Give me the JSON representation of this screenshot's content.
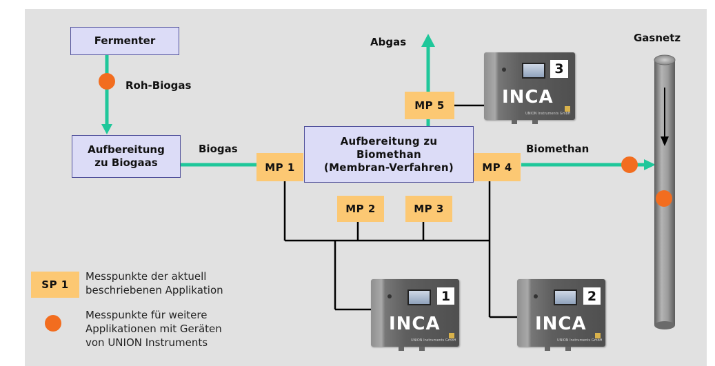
{
  "boxes": {
    "fermenter": "Fermenter",
    "aufbereitung_biogas": [
      "Aufbereitung",
      "zu Biogaas"
    ],
    "aufbereitung_biomethan": [
      "Aufbereitung zu",
      "Biomethan",
      "(Membran-Verfahren)"
    ]
  },
  "labels": {
    "roh_biogas": "Roh-Biogas",
    "biogas": "Biogas",
    "abgas": "Abgas",
    "biomethan": "Biomethan",
    "gasnetz": "Gasnetz"
  },
  "measuring_points": {
    "mp1": "MP 1",
    "mp2": "MP 2",
    "mp3": "MP 3",
    "mp4": "MP 4",
    "mp5": "MP 5"
  },
  "devices": [
    {
      "name": "INCA",
      "number": "1",
      "small_text": "UNION Instruments GmbH"
    },
    {
      "name": "INCA",
      "number": "2",
      "small_text": "UNION Instruments GmbH"
    },
    {
      "name": "INCA",
      "number": "3",
      "small_text": "UNION Instruments GmbH"
    }
  ],
  "legend": {
    "sp_badge": "SP 1",
    "sp_text": [
      "Messpunkte der aktuell",
      "beschriebenen Applikation"
    ],
    "dot_text": [
      "Messpunkte für weitere",
      "Applikationen mit Geräten",
      "von UNION Instruments"
    ]
  },
  "colors": {
    "background": "#e1e1e1",
    "process_box_fill": "#dcdcf7",
    "process_box_border": "#4f4f9a",
    "measuring_point_fill": "#fcc873",
    "flow_arrow": "#1fc79a",
    "dot": "#f26d1f",
    "signal_line": "#000000",
    "pipe": "#7c7c7c"
  }
}
